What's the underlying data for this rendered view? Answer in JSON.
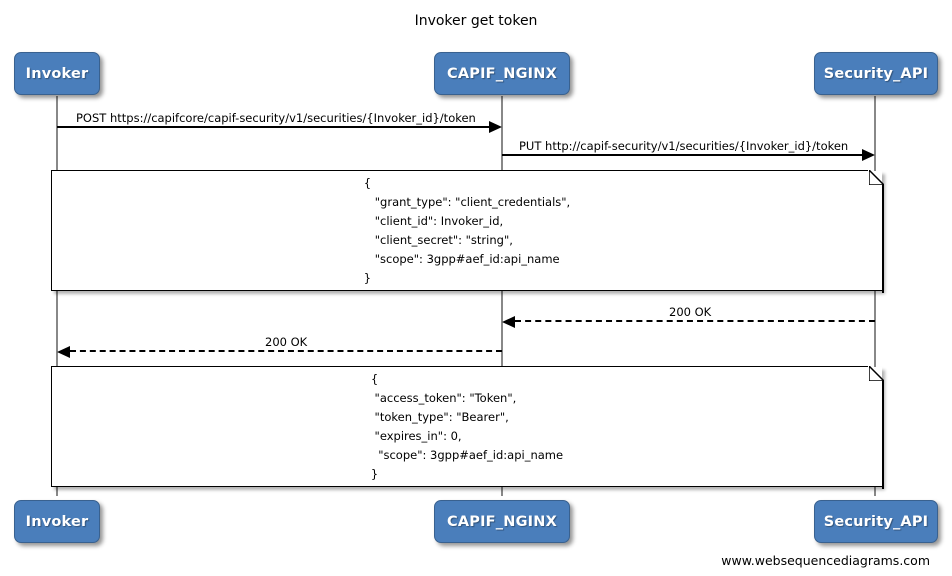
{
  "diagram": {
    "title": "Invoker get token",
    "footer": "www.websequencediagrams.com",
    "accent_color": "#4a7ebb",
    "line_color": "#000000",
    "lifeline_color": "#888888"
  },
  "participants": [
    {
      "name": "Invoker",
      "label": "Invoker"
    },
    {
      "name": "CAPIF_NGINX",
      "label": "CAPIF_NGINX"
    },
    {
      "name": "Security_API",
      "label": "Security_API"
    }
  ],
  "messages": [
    {
      "id": "m1",
      "label": "POST https://capifcore/capif-security/v1/securities/{Invoker_id}/token",
      "from": "Invoker",
      "to": "CAPIF_NGINX",
      "style": "solid",
      "direction": "right"
    },
    {
      "id": "m2",
      "label": "PUT http://capif-security/v1/securities/{Invoker_id}/token",
      "from": "CAPIF_NGINX",
      "to": "Security_API",
      "style": "solid",
      "direction": "right"
    },
    {
      "id": "m3",
      "label": "200 OK",
      "from": "Security_API",
      "to": "CAPIF_NGINX",
      "style": "dashed",
      "direction": "left"
    },
    {
      "id": "m4",
      "label": "200 OK",
      "from": "CAPIF_NGINX",
      "to": "Invoker",
      "style": "dashed",
      "direction": "left"
    }
  ],
  "notes": [
    {
      "id": "note1",
      "lines": [
        "{",
        "   \"grant_type\": \"client_credentials\",",
        "   \"client_id\": Invoker_id,",
        "   \"client_secret\": \"string\",",
        "   \"scope\": 3gpp#aef_id:api_name",
        "}"
      ]
    },
    {
      "id": "note2",
      "lines": [
        "{",
        " \"access_token\": \"Token\",",
        " \"token_type\": \"Bearer\",",
        " \"expires_in\": 0,",
        "  \"scope\": 3gpp#aef_id:api_name",
        "}"
      ]
    }
  ]
}
